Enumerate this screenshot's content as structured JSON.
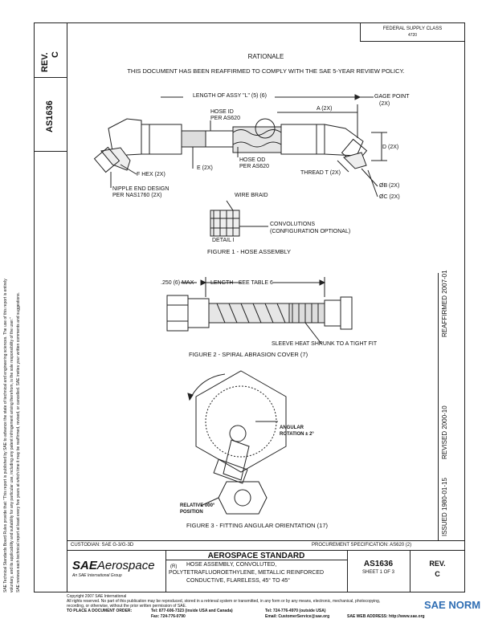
{
  "header": {
    "rev_label": "REV.",
    "rev_value": "C",
    "doc_number": "AS1636",
    "federal_supply_class": "FEDERAL SUPPLY CLASS",
    "federal_supply_value": "4720"
  },
  "body": {
    "rationale": "RATIONALE",
    "reaffirmed_note": "THIS DOCUMENT HAS BEEN REAFFIRMED TO COMPLY WITH THE SAE 5-YEAR REVIEW POLICY."
  },
  "figure1": {
    "length_label": "LENGTH OF ASSY \"L\" (5) (6)",
    "gage_point": "GAGE POINT",
    "gage_point_qty": "(2X)",
    "a_label": "A (2X)",
    "hose_id": "HOSE ID",
    "hose_id_per": "PER AS620",
    "d_label": "D (2X)",
    "e_label": "E (2X)",
    "hose_od": "HOSE OD",
    "hose_od_per": "PER AS620",
    "f_hex": "F HEX (2X)",
    "thread": "THREAD T (2X)",
    "b_label": "ØB (2X)",
    "c_label": "ØC (2X)",
    "nipple": "NIPPLE END DESIGN",
    "nipple_per": "PER NAS1760 (2X)",
    "wire_braid": "WIRE BRAID",
    "convolutions": "CONVOLUTIONS",
    "convolutions_note": "(CONFIGURATION OPTIONAL)",
    "detail": "DETAIL I",
    "caption": "FIGURE 1 - HOSE ASSEMBLY"
  },
  "figure2": {
    "max_label": ".250 (6) MAX",
    "length_label": "LENGTH - SEE TABLE 6",
    "sleeve_note": "SLEEVE HEAT SHRUNK TO A TIGHT FIT",
    "caption": "FIGURE 2 - SPIRAL ABRASION COVER (7)"
  },
  "figure3": {
    "angular": "ANGULAR",
    "rotation": "ROTATION ± 2°",
    "relative": "RELATIVE 000°",
    "position": "POSITION",
    "caption": "FIGURE 3 - FITTING ANGULAR ORIENTATION (17)"
  },
  "right_margin": {
    "reaffirmed": "REAFFIRMED 2007-01",
    "revised": "REVISED 2000-10",
    "issued": "ISSUED 1980-01-15"
  },
  "left_margin": {
    "line1": "SAE Technical Standards Board Rules provide that: \"This report is published by SAE to advance the state of technical and engineering sciences. The use of this report is entirely",
    "line2": "voluntary, and its applicability and suitability for any particular use, including any patent infringement arising therefrom, is the sole responsibility of the user.\"",
    "line3": "SAE reviews each technical report at least every five years at which time it may be reaffirmed, revised, or cancelled. SAE invites your written comments and suggestions."
  },
  "footer": {
    "custodian": "CUSTODIAN: SAE G-3/G-3D",
    "procurement": "PROCUREMENT SPECIFICATION: AS620 (2)",
    "logo_sae": "SAE",
    "logo_aero": "Aerospace",
    "logo_tagline": "An SAE International Group",
    "standard": "AEROSPACE STANDARD",
    "r_mark": "(R)",
    "title_line1": "HOSE ASSEMBLY, CONVOLUTED,",
    "title_line2": "POLYTETRAFLUOROETHYLENE, METALLIC REINFORCED",
    "title_line3": "CONDUCTIVE, FLARELESS, 45° TO 45°",
    "doc_number": "AS1636",
    "sheet": "SHEET 1 OF 3",
    "rev_label": "REV.",
    "rev_value": "C",
    "copyright": "Copyright 2007 SAE International",
    "rights_line1": "All rights reserved. No part of this publication may be reproduced, stored in a retrieval system or transmitted, in any form or by any means, electronic, mechanical, photocopying,",
    "rights_line2": "recording, or otherwise, without the prior written permission of SAE.",
    "order_label": "TO PLACE A DOCUMENT ORDER:",
    "tel1": "Tel: 877-606-7323 (inside USA and Canada)",
    "fax": "Fax: 724-776-0790",
    "tel2": "Tel: 724-776-4970 (outside USA)",
    "email": "Email: CustomerService@sae.org",
    "web": "SAE WEB ADDRESS: http://www.sae.org",
    "watermark": "SAE NORM"
  }
}
